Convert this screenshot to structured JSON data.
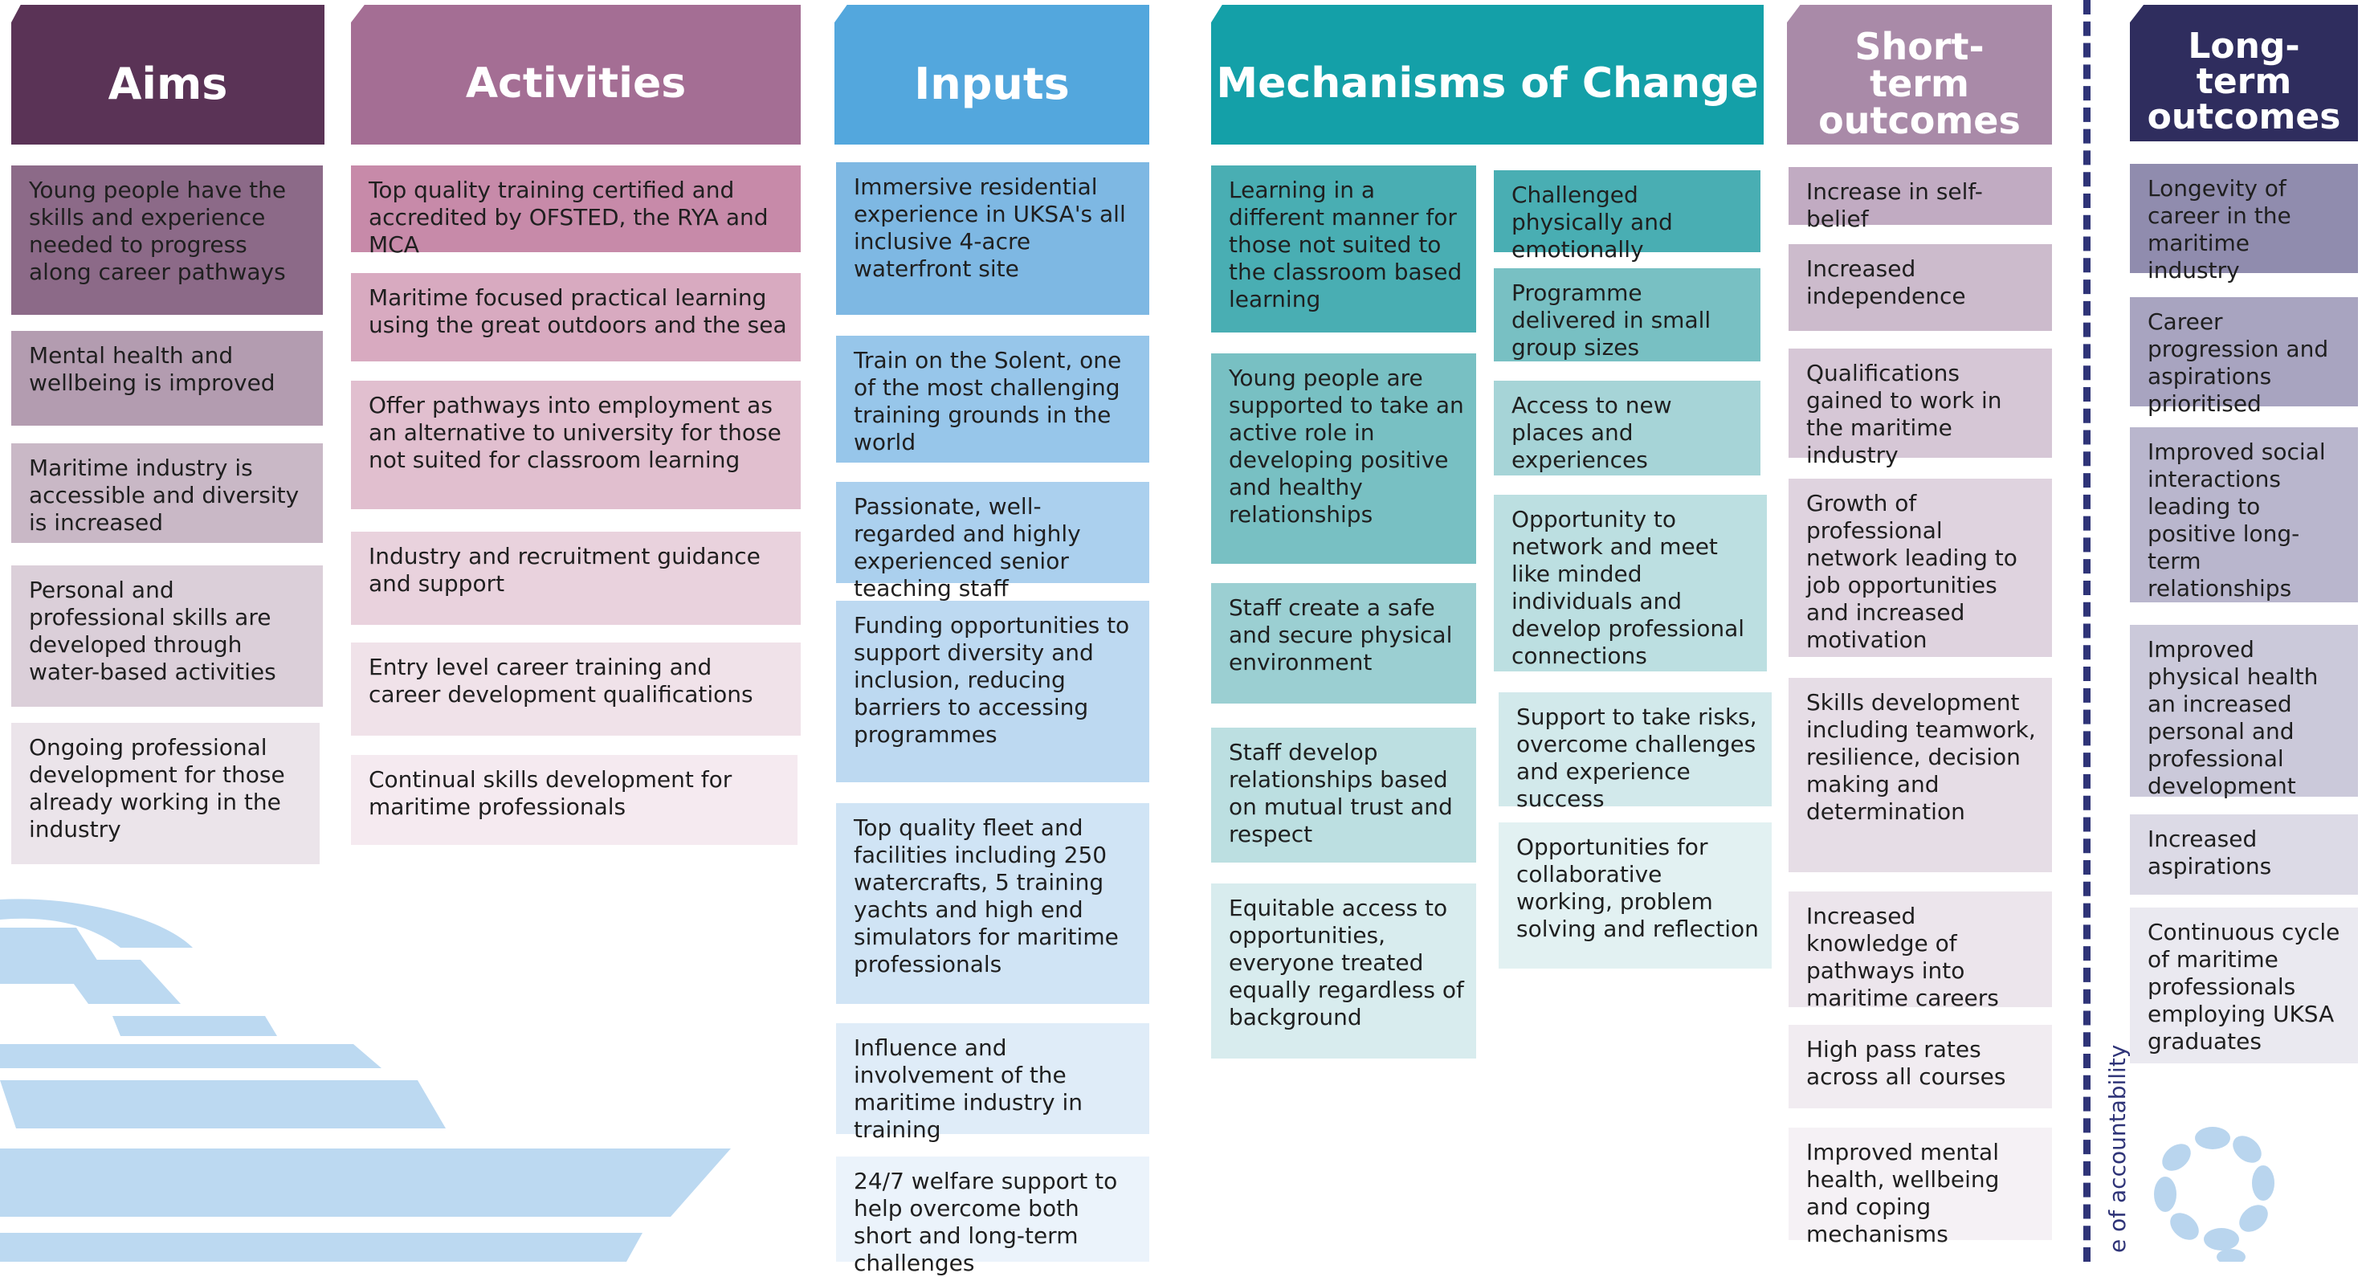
{
  "columns": {
    "aims": {
      "title": "Aims",
      "items": [
        "Young people have the skills and experience needed to progress along career pathways",
        "Mental health and wellbeing is improved",
        "Maritime industry is accessible and diversity is increased",
        "Personal and professional skills are developed through water-based activities",
        "Ongoing professional development for those already working in the industry"
      ]
    },
    "activities": {
      "title": "Activities",
      "items": [
        "Top quality training certified and accredited by OFSTED, the RYA and MCA",
        "Maritime focused practical learning using the great outdoors and the sea",
        "Offer pathways into employment as an alternative to university for those not suited for classroom learning",
        "Industry and recruitment guidance and support",
        "Entry level career training and career development qualifications",
        "Continual skills development for maritime professionals"
      ]
    },
    "inputs": {
      "title": "Inputs",
      "items": [
        "Immersive residential experience in UKSA's all inclusive 4-acre waterfront site",
        "Train on the Solent, one of the most challenging training grounds in the world",
        "Passionate, well-regarded and highly experienced senior teaching staff",
        "Funding opportunities to support diversity and inclusion, reducing barriers to accessing programmes",
        "Top quality fleet and facilities including 250 watercrafts, 5 training yachts and high end simulators for maritime professionals",
        "Influence and involvement of the maritime industry in training",
        "24/7 welfare support to help overcome both short and long-term challenges"
      ]
    },
    "mechanisms": {
      "title": "Mechanisms of Change",
      "left_items": [
        "Learning in a different manner for those not suited to the classroom based learning",
        "Young people are supported to take an active role in developing positive and healthy relationships",
        "Staff create a safe and secure physical environment",
        "Staff develop relationships based on mutual trust and respect",
        "Equitable access to opportunities, everyone treated equally regardless of background"
      ],
      "right_items": [
        "Challenged physically and emotionally",
        "Programme delivered in small group sizes",
        "Access to new places and experiences",
        "Opportunity to network and meet like minded individuals and develop professional connections",
        "Support to take risks, overcome challenges and experience success",
        "Opportunities for collaborative working, problem solving and reflection"
      ]
    },
    "short_term": {
      "title": "Short-term outcomes",
      "items": [
        "Increase in self-belief",
        "Increased independence",
        "Qualifications gained to work in the maritime industry",
        "Growth of professional network leading to job opportunities  and increased motivation",
        "Skills development including teamwork, resilience, decision making and determination",
        "Increased knowledge of pathways into maritime careers",
        "High pass rates across all courses",
        "Improved mental health, wellbeing and coping mechanisms"
      ]
    },
    "long_term": {
      "title": "Long-term outcomes",
      "items": [
        "Longevity of career in the maritime industry",
        "Career progression and aspirations prioritised",
        "Improved social interactions leading to positive long-term relationships",
        "Improved physical health an increased personal and professional development",
        "Increased aspirations",
        "Continuous cycle of maritime professionals employing UKSA graduates"
      ]
    }
  },
  "side_label": "e of accountability",
  "colors": {
    "aims_header": "#5a3356",
    "activities_header": "#a46e94",
    "inputs_header": "#53a7dd",
    "mechanisms_header": "#14a0a8",
    "short_term_header": "#a98aa8",
    "long_term_header": "#2f2d5e",
    "divider": "#2f3478"
  }
}
